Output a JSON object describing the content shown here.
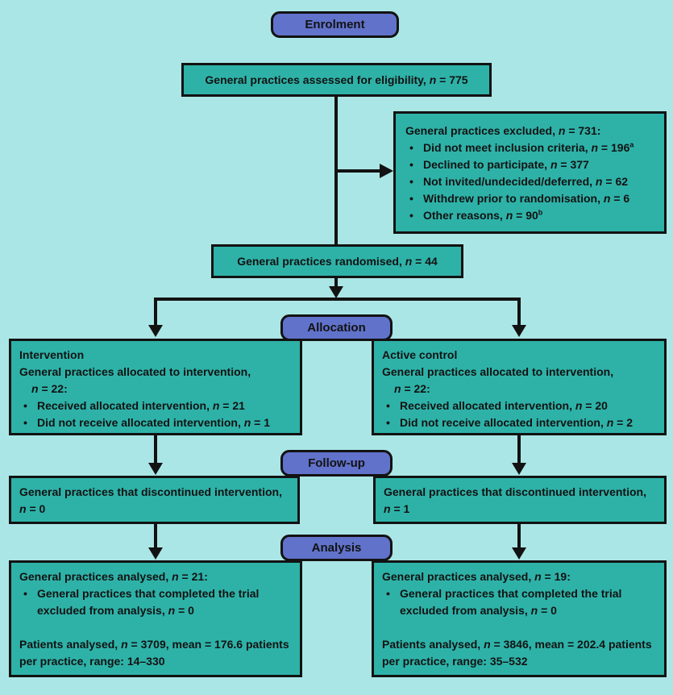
{
  "palette": {
    "background": "#ABE6E6",
    "box_fill": "#2EB2A8",
    "label_fill": "#6172CB",
    "ink": "#121212"
  },
  "stage_labels": {
    "enrolment": "Enrolment",
    "allocation": "Allocation",
    "follow_up": "Follow-up",
    "analysis": "Analysis"
  },
  "boxes": {
    "eligibility": {
      "line": [
        {
          "t": "General practices assessed for eligibility, "
        },
        {
          "i": "n"
        },
        {
          "t": " = 775"
        }
      ]
    },
    "excluded": {
      "header": [
        {
          "t": "General practices excluded, "
        },
        {
          "i": "n"
        },
        {
          "t": " = 731:"
        }
      ],
      "bullet_glyph": "•",
      "bullets": [
        [
          {
            "t": "Did not meet inclusion criteria, "
          },
          {
            "i": "n"
          },
          {
            "t": " = 196"
          },
          {
            "s": "a"
          }
        ],
        [
          {
            "t": "Declined to participate, "
          },
          {
            "i": "n"
          },
          {
            "t": " = 377"
          }
        ],
        [
          {
            "t": "Not invited/undecided/deferred, "
          },
          {
            "i": "n"
          },
          {
            "t": " = 62"
          }
        ],
        [
          {
            "t": "Withdrew prior to randomisation, "
          },
          {
            "i": "n"
          },
          {
            "t": " = 6"
          }
        ],
        [
          {
            "t": "Other reasons, "
          },
          {
            "i": "n"
          },
          {
            "t": " = 90"
          },
          {
            "s": "b"
          }
        ]
      ]
    },
    "randomised": {
      "line": [
        {
          "t": "General practices randomised, "
        },
        {
          "i": "n"
        },
        {
          "t": " = 44"
        }
      ]
    },
    "intervention": {
      "title": [
        {
          "t": "Intervention"
        }
      ],
      "line1": [
        {
          "t": "General practices allocated to intervention,"
        }
      ],
      "line2": [
        {
          "i": "n"
        },
        {
          "t": " = 22:"
        }
      ],
      "bullets": [
        [
          {
            "t": "Received allocated intervention, "
          },
          {
            "i": "n"
          },
          {
            "t": " = 21"
          }
        ],
        [
          {
            "t": "Did not receive allocated intervention, "
          },
          {
            "i": "n"
          },
          {
            "t": " = 1"
          }
        ]
      ]
    },
    "active_control": {
      "title": [
        {
          "t": "Active control"
        }
      ],
      "line1": [
        {
          "t": "General practices allocated to intervention,"
        }
      ],
      "line2": [
        {
          "i": "n"
        },
        {
          "t": " = 22:"
        }
      ],
      "bullets": [
        [
          {
            "t": "Received allocated intervention, "
          },
          {
            "i": "n"
          },
          {
            "t": " = 20"
          }
        ],
        [
          {
            "t": "Did not receive allocated intervention, "
          },
          {
            "i": "n"
          },
          {
            "t": " = 2"
          }
        ]
      ]
    },
    "followup_left": {
      "line": [
        {
          "t": "General practices that discontinued intervention, "
        },
        {
          "i": "n"
        },
        {
          "t": " = 0"
        }
      ]
    },
    "followup_right": {
      "line": [
        {
          "t": "General practices that discontinued intervention, "
        },
        {
          "i": "n"
        },
        {
          "t": " = 1"
        }
      ]
    },
    "analysis_left": {
      "header": [
        {
          "t": "General practices analysed, "
        },
        {
          "i": "n"
        },
        {
          "t": " = 21:"
        }
      ],
      "bullets": [
        [
          {
            "t": "General practices that completed the trial excluded from analysis, "
          },
          {
            "i": "n"
          },
          {
            "t": " = 0"
          }
        ]
      ],
      "patients": [
        {
          "t": "Patients analysed, "
        },
        {
          "i": "n"
        },
        {
          "t": " = 3709, mean = 176.6 patients per practice, range: 14–330"
        }
      ]
    },
    "analysis_right": {
      "header": [
        {
          "t": "General practices analysed, "
        },
        {
          "i": "n"
        },
        {
          "t": " = 19:"
        }
      ],
      "bullets": [
        [
          {
            "t": "General practices that completed the trial excluded from analysis, "
          },
          {
            "i": "n"
          },
          {
            "t": " = 0"
          }
        ]
      ],
      "patients": [
        {
          "t": "Patients analysed, "
        },
        {
          "i": "n"
        },
        {
          "t": " = 3846, mean = 202.4 patients per practice, range: 35–532"
        }
      ]
    }
  }
}
